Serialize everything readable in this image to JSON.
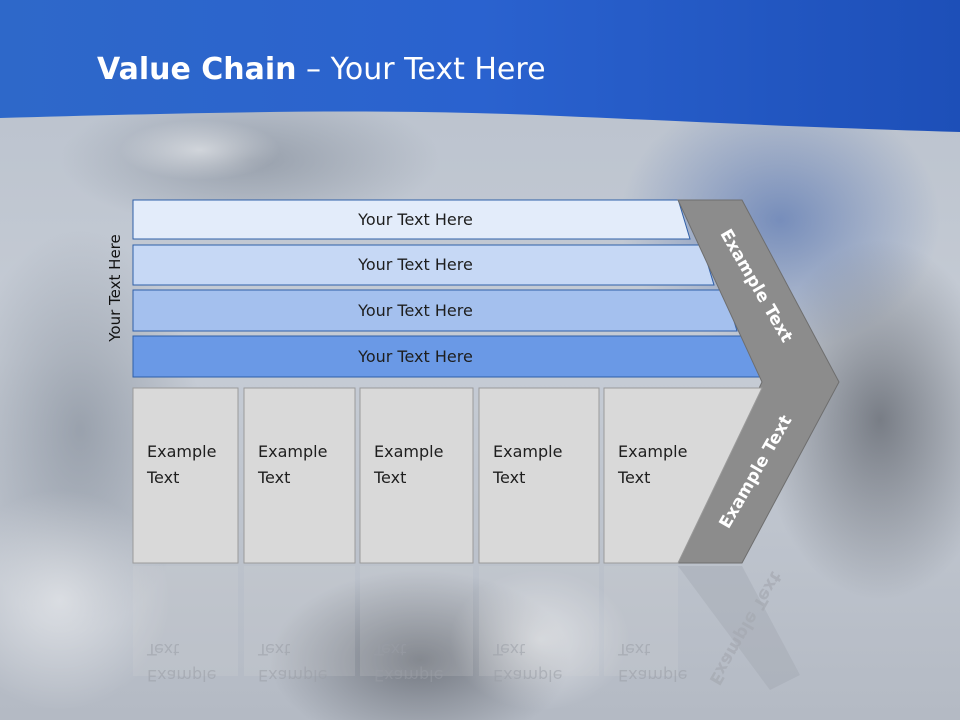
{
  "title": {
    "bold": "Value Chain",
    "rest": " – Your Text Here"
  },
  "side_label": "Your Text Here",
  "rows": [
    {
      "label": "Your Text Here",
      "color": "#e3ecfa"
    },
    {
      "label": "Your Text Here",
      "color": "#c6d8f5"
    },
    {
      "label": "Your Text Here",
      "color": "#a4c0ee"
    },
    {
      "label": "Your Text Here",
      "color": "#6a99e6"
    }
  ],
  "boxes": [
    {
      "label": "Example\nText"
    },
    {
      "label": "Example\nText"
    },
    {
      "label": "Example\nText"
    },
    {
      "label": "Example\nText"
    },
    {
      "label": "Example\nText"
    }
  ],
  "chevron": {
    "top_label": "Example Text",
    "bottom_label": "Example Text",
    "color": "#8c8c8c"
  },
  "colors": {
    "header": "#1f5fc8",
    "box_fill": "#d9d9d9",
    "box_stroke": "#9a9a9a",
    "row_stroke": "#2f5fa8"
  }
}
